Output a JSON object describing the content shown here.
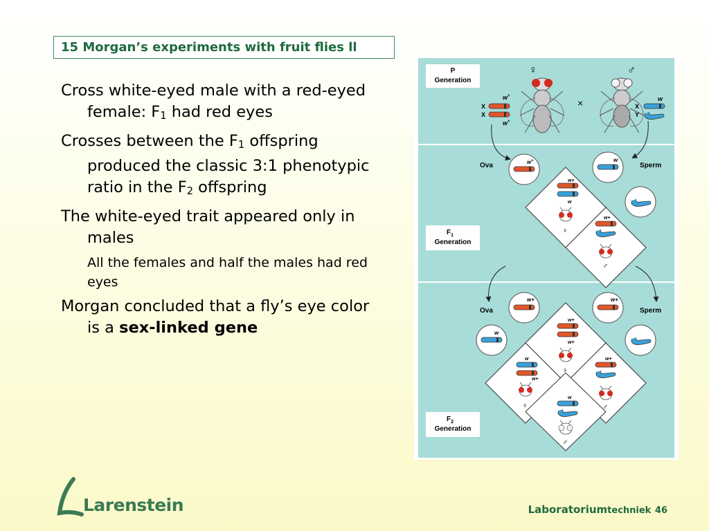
{
  "slide": {
    "title": "15 Morgan’s experiments with fruit flies ll",
    "bullets": [
      {
        "pre": "Cross white-eyed male with a red-eyed female: F",
        "sub": "1",
        "post": " had red eyes"
      },
      {
        "pre": "Crosses between the F",
        "sub": "1",
        "mid": " offspring produced the classic 3:1 phenotypic ratio in the F",
        "sub2": "2",
        "post": " offspring"
      },
      {
        "text": "The white-eyed trait appeared only in males"
      },
      {
        "text": "All the females and half the males had red eyes"
      },
      {
        "pre": "Morgan concluded that a fly’s eye color is a ",
        "bold": "sex-linked gene"
      }
    ]
  },
  "figure": {
    "p_generation": [
      "P",
      "Generation"
    ],
    "f1_generation": [
      "F",
      "1",
      "Generation"
    ],
    "f2_generation": [
      "F",
      "2",
      "Generation"
    ],
    "ova": "Ova",
    "sperm": "Sperm",
    "x": "X",
    "y": "Y",
    "cross": "×",
    "female_symbol": "♀",
    "male_symbol": "♂",
    "w_plus": "w",
    "w_plus_sup": "+",
    "w": "w"
  },
  "logo": {
    "name": "Larenstein"
  },
  "footer": {
    "prefix": "Laboratorium",
    "suffix": "techniek",
    "page": "46"
  },
  "colors": {
    "title": "#1f6a3f",
    "panel": "#a8dcd8",
    "red_allele": "#e0572b",
    "blue_allele": "#3aa0d8"
  }
}
